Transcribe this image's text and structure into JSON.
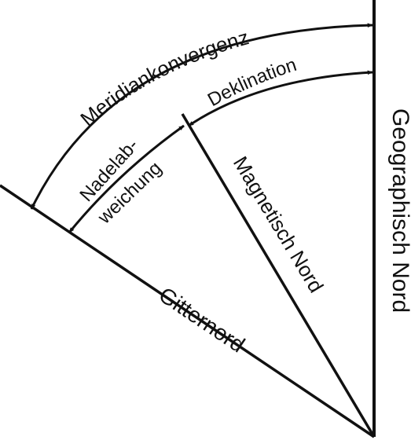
{
  "diagram": {
    "colors": {
      "ink": "#111111",
      "background": "#ffffff"
    },
    "lines": {
      "geographic_north": "Geographisch Nord",
      "magnetic_north": "Magnetisch Nord",
      "grid_north": "Gitternord"
    },
    "angles": {
      "meridian_convergence": "Meridiankonvergenz",
      "declination": "Deklination",
      "needle_deviation_line1": "Nadelab-",
      "needle_deviation_line2": "weichung"
    }
  }
}
